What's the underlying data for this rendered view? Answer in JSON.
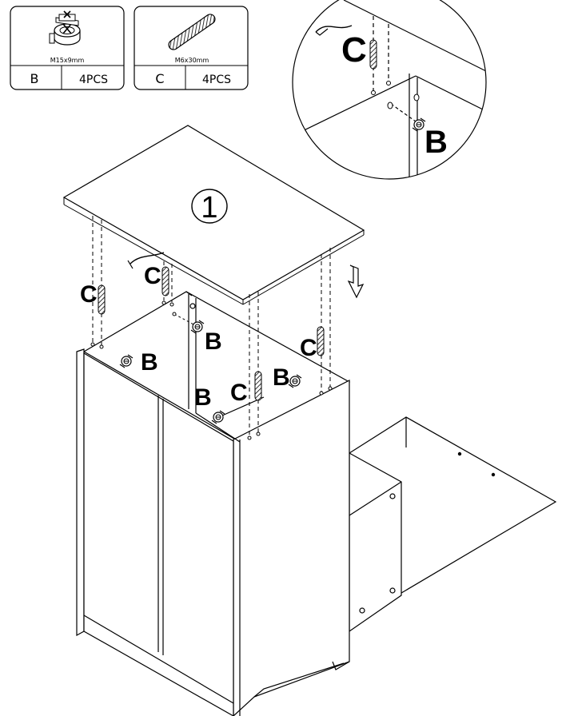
{
  "parts": [
    {
      "letter": "B",
      "size": "M15x9mm",
      "qty": "4PCS",
      "icon": "cam-lock-icon"
    },
    {
      "letter": "C",
      "size": "M6x30mm",
      "qty": "4PCS",
      "icon": "wooden-dowel-icon"
    }
  ],
  "step": {
    "number": "1"
  },
  "callouts": {
    "b": "B",
    "c": "C"
  },
  "colors": {
    "line": "#000000",
    "background": "#ffffff"
  }
}
